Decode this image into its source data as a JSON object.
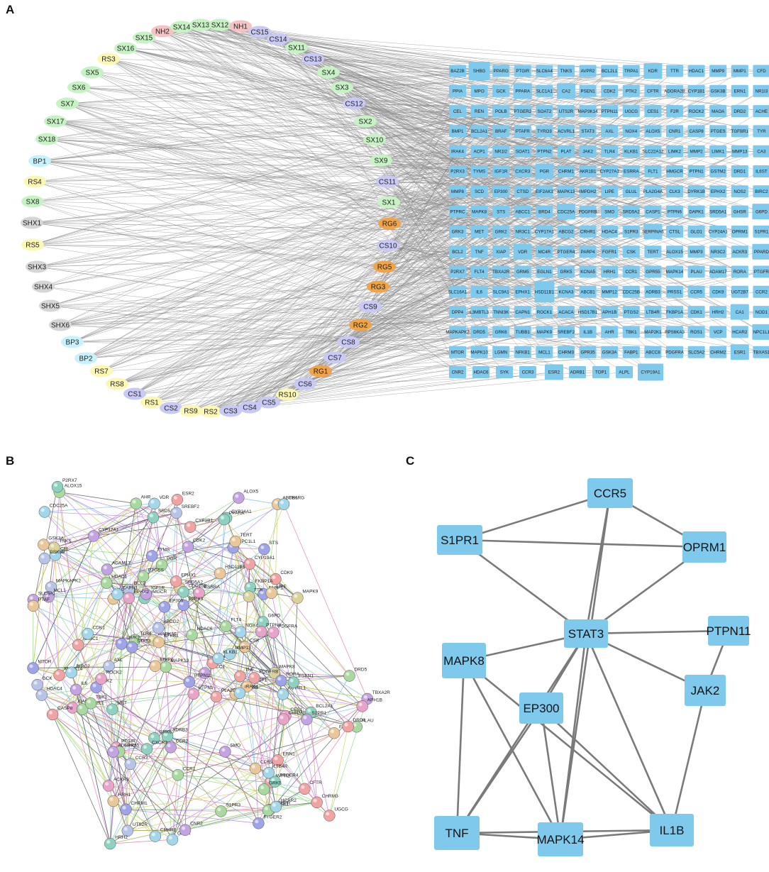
{
  "panels": {
    "a": "A",
    "b": "B",
    "c": "C"
  },
  "colors": {
    "SX": "#c6f2c4",
    "CS": "#c9c9f5",
    "RS": "#fdf7b6",
    "NH": "#f5c3c3",
    "BP": "#c7f2fb",
    "SHX": "#d6d6d6",
    "RG": "#f0a347",
    "target": "#7fc9ec",
    "edge": "#888888"
  },
  "panel_a": {
    "arc_nodes": [
      {
        "label": "NH2",
        "group": "NH"
      },
      {
        "label": "SX14",
        "group": "SX"
      },
      {
        "label": "SX13",
        "group": "SX"
      },
      {
        "label": "SX12",
        "group": "SX"
      },
      {
        "label": "NH1",
        "group": "NH"
      },
      {
        "label": "SX15",
        "group": "SX"
      },
      {
        "label": "SX16",
        "group": "SX"
      },
      {
        "label": "RS3",
        "group": "RS"
      },
      {
        "label": "SX5",
        "group": "SX"
      },
      {
        "label": "SX6",
        "group": "SX"
      },
      {
        "label": "SX7",
        "group": "SX"
      },
      {
        "label": "SX17",
        "group": "SX"
      },
      {
        "label": "SX18",
        "group": "SX"
      },
      {
        "label": "BP1",
        "group": "BP"
      },
      {
        "label": "RS4",
        "group": "RS"
      },
      {
        "label": "SX8",
        "group": "SX"
      },
      {
        "label": "SHX1",
        "group": "SHX"
      },
      {
        "label": "RS5",
        "group": "RS"
      },
      {
        "label": "SHX3",
        "group": "SHX"
      },
      {
        "label": "SHX4",
        "group": "SHX"
      },
      {
        "label": "SHX5",
        "group": "SHX"
      },
      {
        "label": "SHX6",
        "group": "SHX"
      },
      {
        "label": "BP3",
        "group": "BP"
      },
      {
        "label": "BP2",
        "group": "BP"
      },
      {
        "label": "RS7",
        "group": "RS"
      },
      {
        "label": "RS8",
        "group": "RS"
      },
      {
        "label": "CS1",
        "group": "CS"
      },
      {
        "label": "RS1",
        "group": "RS"
      },
      {
        "label": "CS2",
        "group": "CS"
      },
      {
        "label": "RS9",
        "group": "RS"
      },
      {
        "label": "RS2",
        "group": "RS"
      },
      {
        "label": "CS3",
        "group": "CS"
      },
      {
        "label": "CS4",
        "group": "CS"
      },
      {
        "label": "CS5",
        "group": "CS"
      },
      {
        "label": "RS10",
        "group": "RS"
      },
      {
        "label": "CS6",
        "group": "CS"
      },
      {
        "label": "RG1",
        "group": "RG"
      },
      {
        "label": "CS7",
        "group": "CS"
      },
      {
        "label": "CS8",
        "group": "CS"
      },
      {
        "label": "RG2",
        "group": "RG"
      },
      {
        "label": "CS9",
        "group": "CS"
      },
      {
        "label": "RG3",
        "group": "RG"
      },
      {
        "label": "RG5",
        "group": "RG"
      },
      {
        "label": "CS10",
        "group": "CS"
      },
      {
        "label": "RG6",
        "group": "RG"
      },
      {
        "label": "SX1",
        "group": "SX"
      },
      {
        "label": "CS11",
        "group": "CS"
      },
      {
        "label": "SX9",
        "group": "SX"
      },
      {
        "label": "SX10",
        "group": "SX"
      },
      {
        "label": "SX2",
        "group": "SX"
      },
      {
        "label": "CS12",
        "group": "CS"
      },
      {
        "label": "SX3",
        "group": "SX"
      },
      {
        "label": "SX4",
        "group": "SX"
      },
      {
        "label": "CS13",
        "group": "CS"
      },
      {
        "label": "SX11",
        "group": "SX"
      },
      {
        "label": "CS14",
        "group": "CS"
      },
      {
        "label": "CS15",
        "group": "CS"
      }
    ],
    "target_rows": [
      [
        "BAZ2B",
        "SHBG",
        "PPARG",
        "PTGIR",
        "SLC6A4",
        "TNKS",
        "AVPR2",
        "BCL2L1",
        "TRPA1",
        "KDR",
        "TTR",
        "HDAC1",
        "MMP9",
        "MMP1",
        "CFD"
      ],
      [
        "PPIA",
        "MPO",
        "GCK",
        "PPARA",
        "SLC1A1",
        "CA2",
        "PSEN1",
        "CDK2",
        "PTK2",
        "CFTR",
        "ADORA2B",
        "CYP1B1",
        "GSK3B",
        "ERN1",
        "NR1I3"
      ],
      [
        "CEL",
        "REN",
        "POLB",
        "PTGER2",
        "SOAT2",
        "UTS2R",
        "MAP3K14",
        "PTPN11",
        "UGCG",
        "CES1",
        "F2R",
        "ROCK2",
        "MAOA",
        "DRD2",
        "ACHE"
      ],
      [
        "BMP1",
        "BCL2A1",
        "BRAF",
        "PTAFR",
        "TYRO3",
        "ACVRL1",
        "STAT3",
        "AXL",
        "NOX4",
        "ALOX5",
        "CNR1",
        "CASP8",
        "PTGES",
        "TGFBR1",
        "TYR"
      ],
      [
        "IRAK4",
        "ACP1",
        "NR1I2",
        "SOAT1",
        "PTPN2",
        "PLAT",
        "JAK2",
        "TLR4",
        "KLKB1",
        "SLC22A12",
        "LIMK2",
        "MMP2",
        "LIMK1",
        "MMP13",
        "CA3"
      ],
      [
        "P2RX3",
        "TYMS",
        "IGF1R",
        "CXCR3",
        "PGR",
        "CHRM1",
        "AKR1B1",
        "CYP27A1",
        "ESRRA",
        "FLT1",
        "HMGCR",
        "PTPN1",
        "GSTM2",
        "DRD1",
        "IL6ST"
      ],
      [
        "MMP8",
        "SCD",
        "EP300",
        "CTSD",
        "EIF2AK3",
        "MAPK13",
        "IMPDH2",
        "LIPE",
        "GLUL",
        "PLA2G4A",
        "CLK3",
        "DYRK1B",
        "EPHX2",
        "NOS2",
        "BIRC2"
      ],
      [
        "PTPRC",
        "MAPK8",
        "STS",
        "ABCC1",
        "BRD4",
        "CDC25A",
        "PDGFRB",
        "SMO",
        "SRD5A2",
        "CASP1",
        "PTPN6",
        "DAPK1",
        "SRD5A1",
        "GHSR",
        "G6PD"
      ],
      [
        "GRK3",
        "MET",
        "GRK2",
        "NR3C1",
        "CYP17A1",
        "ABCG2",
        "CRHR1",
        "HDAC4",
        "S1PR3",
        "SERPINA6",
        "CTSL",
        "GLO1",
        "CYP24A1",
        "OPRM1",
        "S1PR1"
      ],
      [
        "BCL2",
        "TNF",
        "XIAP",
        "VDR",
        "MC4R",
        "PTGER4",
        "PARP4",
        "FGFR1",
        "CSK",
        "TERT",
        "ALOX15",
        "MMP3",
        "NR3C2",
        "ACKR3",
        "PPARD"
      ],
      [
        "P2RX7",
        "FLT4",
        "TBXA2R",
        "GRM5",
        "EGLN1",
        "GRK5",
        "KCNA5",
        "HRH1",
        "CCR1",
        "GPR55",
        "MAPK14",
        "PLAU",
        "ADAM17",
        "RORA",
        "PTGFR"
      ],
      [
        "SLC16A1",
        "IL6",
        "SLC9A1",
        "EPHX1",
        "HSD11B1",
        "KCNA3",
        "ABCB1",
        "MMP12",
        "CDC25B",
        "ADRB3",
        "PRSS1",
        "CCR5",
        "CDK9",
        "UGT2B7",
        "CCR2"
      ],
      [
        "DPP4",
        "L3MBTL3",
        "TNNI3K",
        "CAPN1",
        "ROCK1",
        "ACACA",
        "HSD17B1",
        "APH1B",
        "PTGS2",
        "LTB4R",
        "FKBP1A",
        "CDK1",
        "HRH2",
        "CA1",
        "NOD1"
      ],
      [
        "MAPKAPK2",
        "DRD5",
        "GRK6",
        "TUBB1",
        "MAPK9",
        "SREBF2",
        "IL1B",
        "AHR",
        "TBK1",
        "MAP2K1",
        "RPS6KA3",
        "ROS1",
        "VCP",
        "HCAR2",
        "NPC1L1"
      ],
      [
        "MTOR",
        "MAPK10",
        "LGMN",
        "NFKB1",
        "MCL1",
        "CHRM3",
        "GPR35",
        "GSK3A",
        "FABP1",
        "ABCC8",
        "PDGFRA",
        "SLC5A2",
        "CHRM2",
        "ESR1",
        "TBXAS1"
      ],
      [
        "CNR2",
        "HDAC6",
        "SYK",
        "CCR3",
        "ESR2",
        "ADRB1",
        "TOP1",
        "ALPL",
        "CYP19A1"
      ]
    ]
  },
  "panel_b": {
    "nodes": [
      "SRD5A1",
      "SRD5A2",
      "AHR",
      "CYP24A1",
      "CEL",
      "STS",
      "CYP17A1",
      "CYP1B1",
      "HMGCR",
      "VDR",
      "FABP1",
      "LIPE",
      "CYP19A1",
      "BRD4",
      "ESR2",
      "EPHX1",
      "SREBF2",
      "NPC1L1",
      "ALOX15",
      "ALOX5",
      "ESRRA",
      "CDC25A",
      "HSD11B1",
      "TNKS",
      "ABCB1",
      "PGR",
      "CDK2",
      "CDK9",
      "GSK3A",
      "GSK3B",
      "TYMS",
      "ADAM17",
      "PPARG",
      "PPARA",
      "TERT",
      "MAPKAPK2",
      "HDAC1",
      "CDC25B",
      "PTGES",
      "P2RX7",
      "P2RX3",
      "TGFBR1",
      "FKBP1A",
      "MTOR",
      "BCL2",
      "EP300",
      "MAPK8",
      "MAPK10",
      "NR3C1",
      "CDK1",
      "MAPK13",
      "HDAC4",
      "G6PD",
      "GCK",
      "ACVRL1",
      "XIAP",
      "CASP8",
      "BCL2A1",
      "TNF",
      "MAPK9",
      "NFKB1",
      "MAPK14",
      "IGF1R",
      "HDAC6",
      "AXL",
      "BIRC2",
      "EPHX2",
      "BCL2L1",
      "RORA",
      "MCL1",
      "TLR4",
      "IL6",
      "STAT3",
      "JAK2",
      "PLA2G4A",
      "PTPN1",
      "NOX4",
      "SLC9A1",
      "ABCC1",
      "ABCG2",
      "CASP1",
      "IRAK4",
      "TBK1",
      "PTPN11",
      "PTPN2",
      "MET",
      "CSK",
      "CAPN1",
      "ROCK2",
      "TTR",
      "LIMK2",
      "LIMK1",
      "CES1",
      "MMP13",
      "MMP1",
      "KLKB1",
      "PDGFRA",
      "PDGFRB",
      "PTAF",
      "FLT4",
      "FLT1",
      "TBXA2R",
      "CFTR",
      "AVPR2",
      "ERN1",
      "PSEN1",
      "UGCG",
      "S1PR1",
      "PLAU",
      "CHRM2",
      "CHRM3",
      "PTGFR",
      "APH1B",
      "DRD1",
      "DRD5",
      "PTGIR",
      "CCR1",
      "CCR2",
      "CCR5",
      "ADRB3",
      "HRH1",
      "GHSR",
      "ACKR3",
      "GPR55",
      "CCR3",
      "ADRBK2",
      "PTGER2",
      "PTGER4",
      "ADRB1",
      "CRHR1",
      "HCAR2",
      "CNR2",
      "S1PR3",
      "UTS2R",
      "LTB4R",
      "HRH2",
      "SMO",
      "GRK5",
      "GRK6",
      "CXCR3",
      "CHRM1"
    ]
  },
  "panel_c": {
    "nodes": [
      "CCR5",
      "S1PR1",
      "OPRM1",
      "STAT3",
      "PTPN11",
      "MAPK8",
      "JAK2",
      "EP300",
      "TNF",
      "MAPK14",
      "IL1B"
    ]
  }
}
